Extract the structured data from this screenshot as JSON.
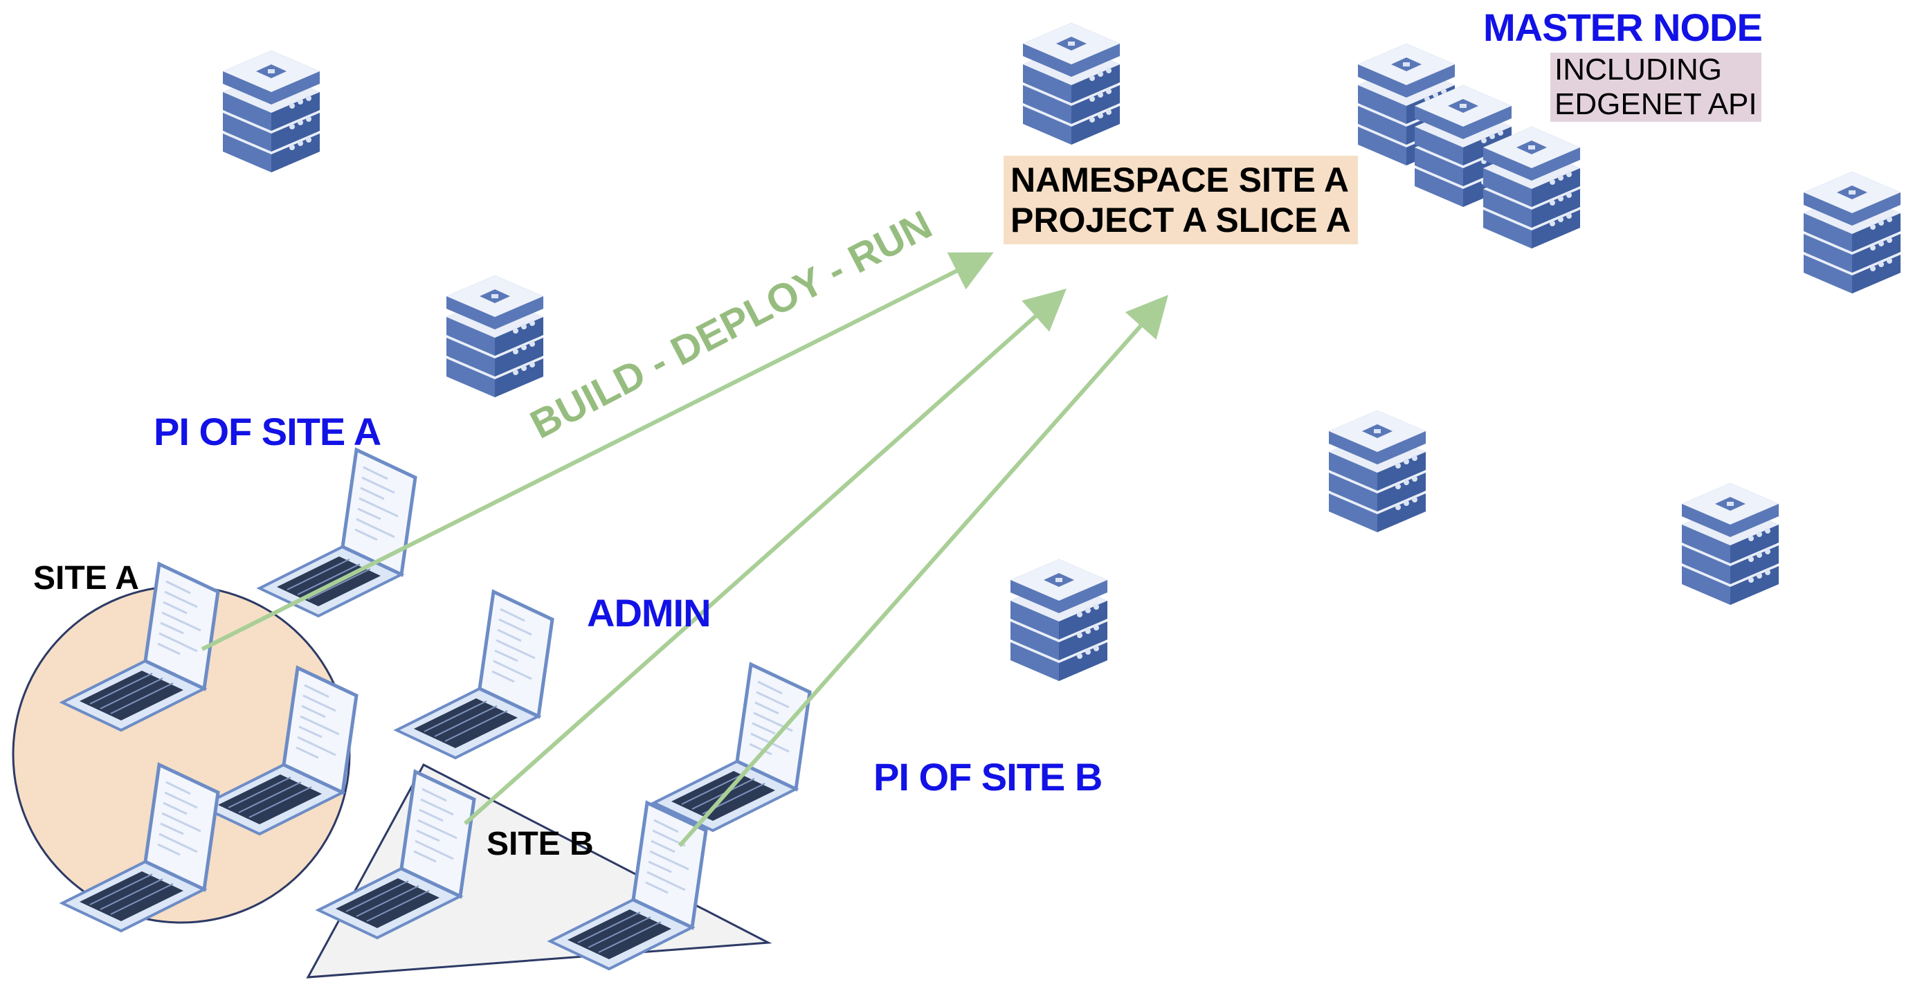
{
  "labels": {
    "master_node": "MASTER NODE",
    "including": "INCLUDING",
    "edgenet_api": "EDGENET API",
    "namespace": "NAMESPACE SITE A",
    "project": "PROJECT A SLICE A",
    "build_deploy_run": "BUILD - DEPLOY - RUN",
    "pi_site_a": "PI OF SITE A",
    "site_a": "SITE A",
    "admin": "ADMIN",
    "pi_site_b": "PI OF SITE B",
    "site_b": "SITE B"
  },
  "colors": {
    "accent_blue": "#1212e6",
    "arrow_green": "#a9cf97",
    "text_green": "#96bd7f",
    "site_a_fill": "#f6dfc6",
    "site_b_fill": "#f2f2f2",
    "server_top": "#e9eef8",
    "server_side": "#5a78b8"
  },
  "icons": {
    "server": "server-stack-icon",
    "laptop": "laptop-icon"
  }
}
